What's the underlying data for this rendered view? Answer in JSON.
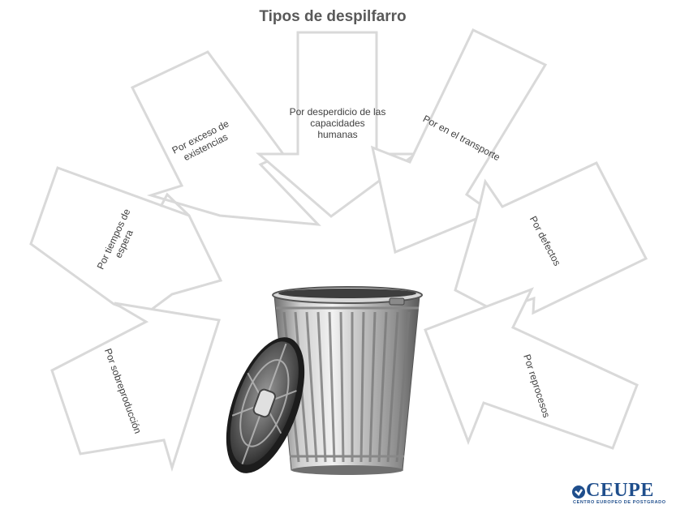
{
  "title": "Tipos de despilfarro",
  "waste_types": [
    {
      "id": "existencias",
      "label": "Por exceso de existencias"
    },
    {
      "id": "capacidades",
      "label": "Por desperdicio de las capacidades humanas"
    },
    {
      "id": "transporte",
      "label": "Por en el transporte"
    },
    {
      "id": "espera",
      "label": "Por tiempos de espera"
    },
    {
      "id": "defectos",
      "label": "Por defectos"
    },
    {
      "id": "sobreproduccion",
      "label": "Por sobreproducción"
    },
    {
      "id": "reprocesos",
      "label": "Por reprocesos"
    }
  ],
  "logo": {
    "name": "CEUPE",
    "subtitle": "CENTRO EUROPEO DE POSTGRADO"
  },
  "colors": {
    "arrow_stroke": "#d9d9d9",
    "text": "#404040",
    "title": "#595959",
    "brand": "#1f4e8c"
  }
}
